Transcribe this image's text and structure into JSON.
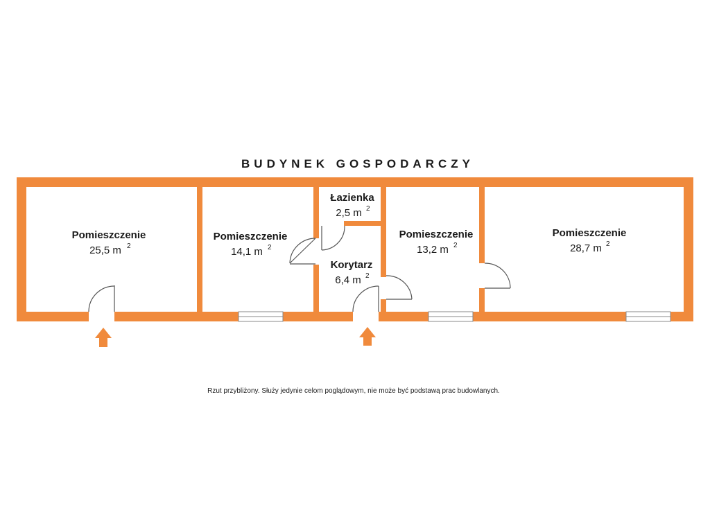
{
  "title": "BUDYNEK GOSPODARCZY",
  "disclaimer": "Rzut przybliżony. Służy jedynie celom poglądowym, nie może być podstawą prac budowlanych.",
  "colors": {
    "wall": "#F08A3C",
    "entrance_arrow": "#F08A3C",
    "window": "#888888",
    "door": "#555555"
  },
  "rooms": [
    {
      "name": "Pomieszczenie",
      "area": "25,5 m",
      "unit_sup": "2"
    },
    {
      "name": "Pomieszczenie",
      "area": "14,1 m",
      "unit_sup": "2"
    },
    {
      "name": "Łazienka",
      "area": "2,5 m",
      "unit_sup": "2"
    },
    {
      "name": "Korytarz",
      "area": "6,4 m",
      "unit_sup": "2"
    },
    {
      "name": "Pomieszczenie",
      "area": "13,2 m",
      "unit_sup": "2"
    },
    {
      "name": "Pomieszczenie",
      "area": "28,7 m",
      "unit_sup": "2"
    }
  ],
  "icons": {
    "entrance": "up-arrow-icon",
    "door": "door-swing-icon",
    "window": "window-icon"
  }
}
